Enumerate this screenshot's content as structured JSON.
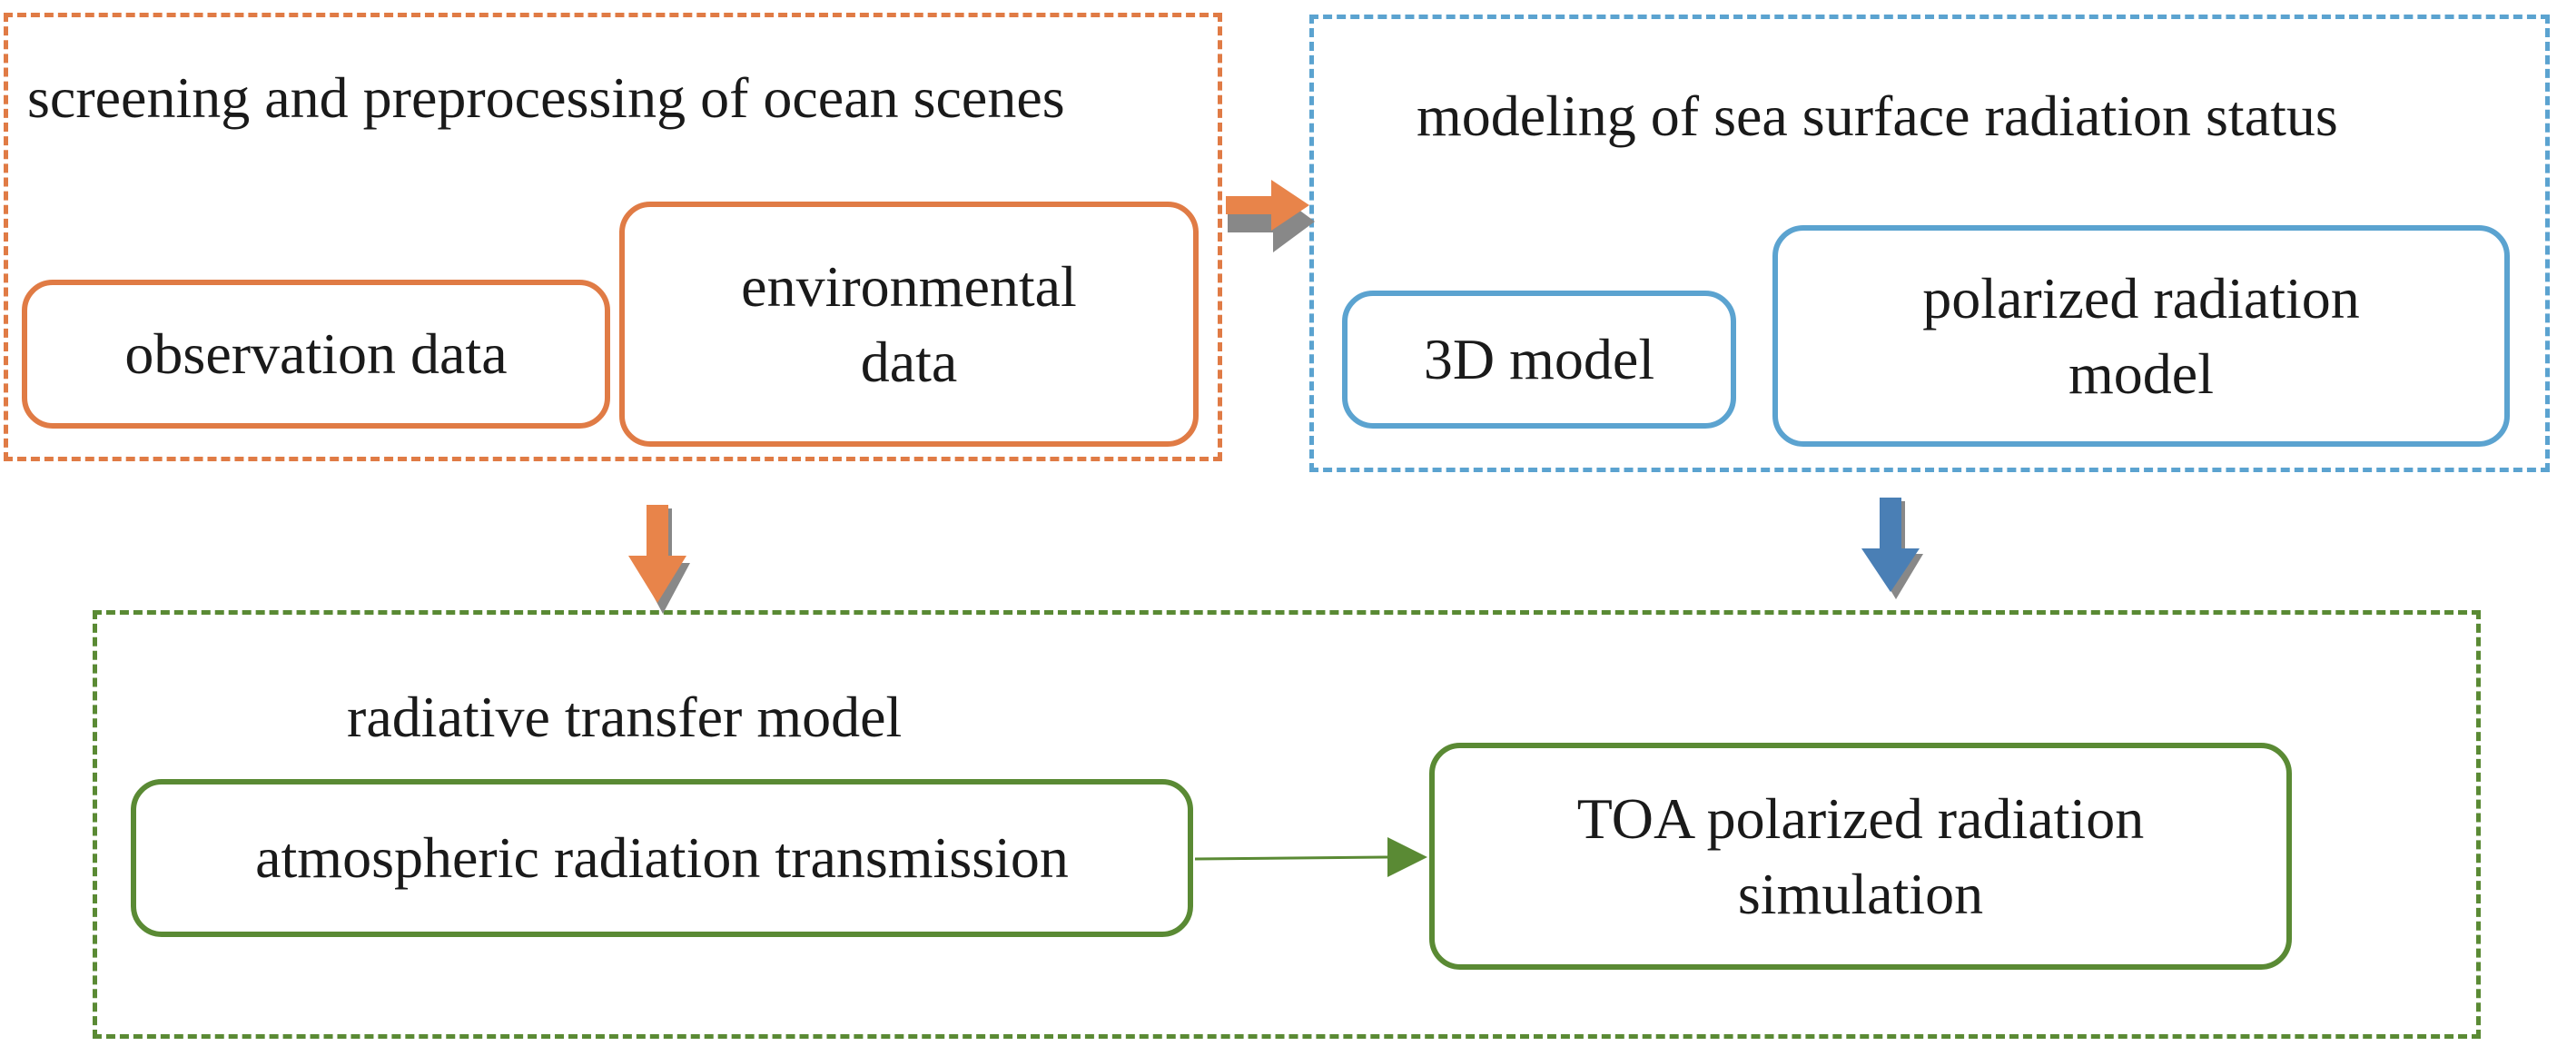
{
  "colors": {
    "orange": "#E07B45",
    "blue": "#5BA3D0",
    "green": "#5A8A34",
    "arrow_orange": "#E8844A",
    "arrow_blue": "#4A7FB5",
    "arrow_shadow": "#888888"
  },
  "groups": {
    "screening": {
      "title": "screening and preprocessing of ocean scenes",
      "observation": "observation data",
      "environmental_line1": "environmental",
      "environmental_line2": "data"
    },
    "modeling": {
      "title": "modeling of sea surface radiation status",
      "model3d": "3D model",
      "polarized_line1": "polarized radiation",
      "polarized_line2": "model"
    },
    "transfer": {
      "title": "radiative transfer model",
      "atmospheric": "atmospheric radiation transmission",
      "toa_line1": "TOA polarized radiation",
      "toa_line2": "simulation"
    }
  }
}
